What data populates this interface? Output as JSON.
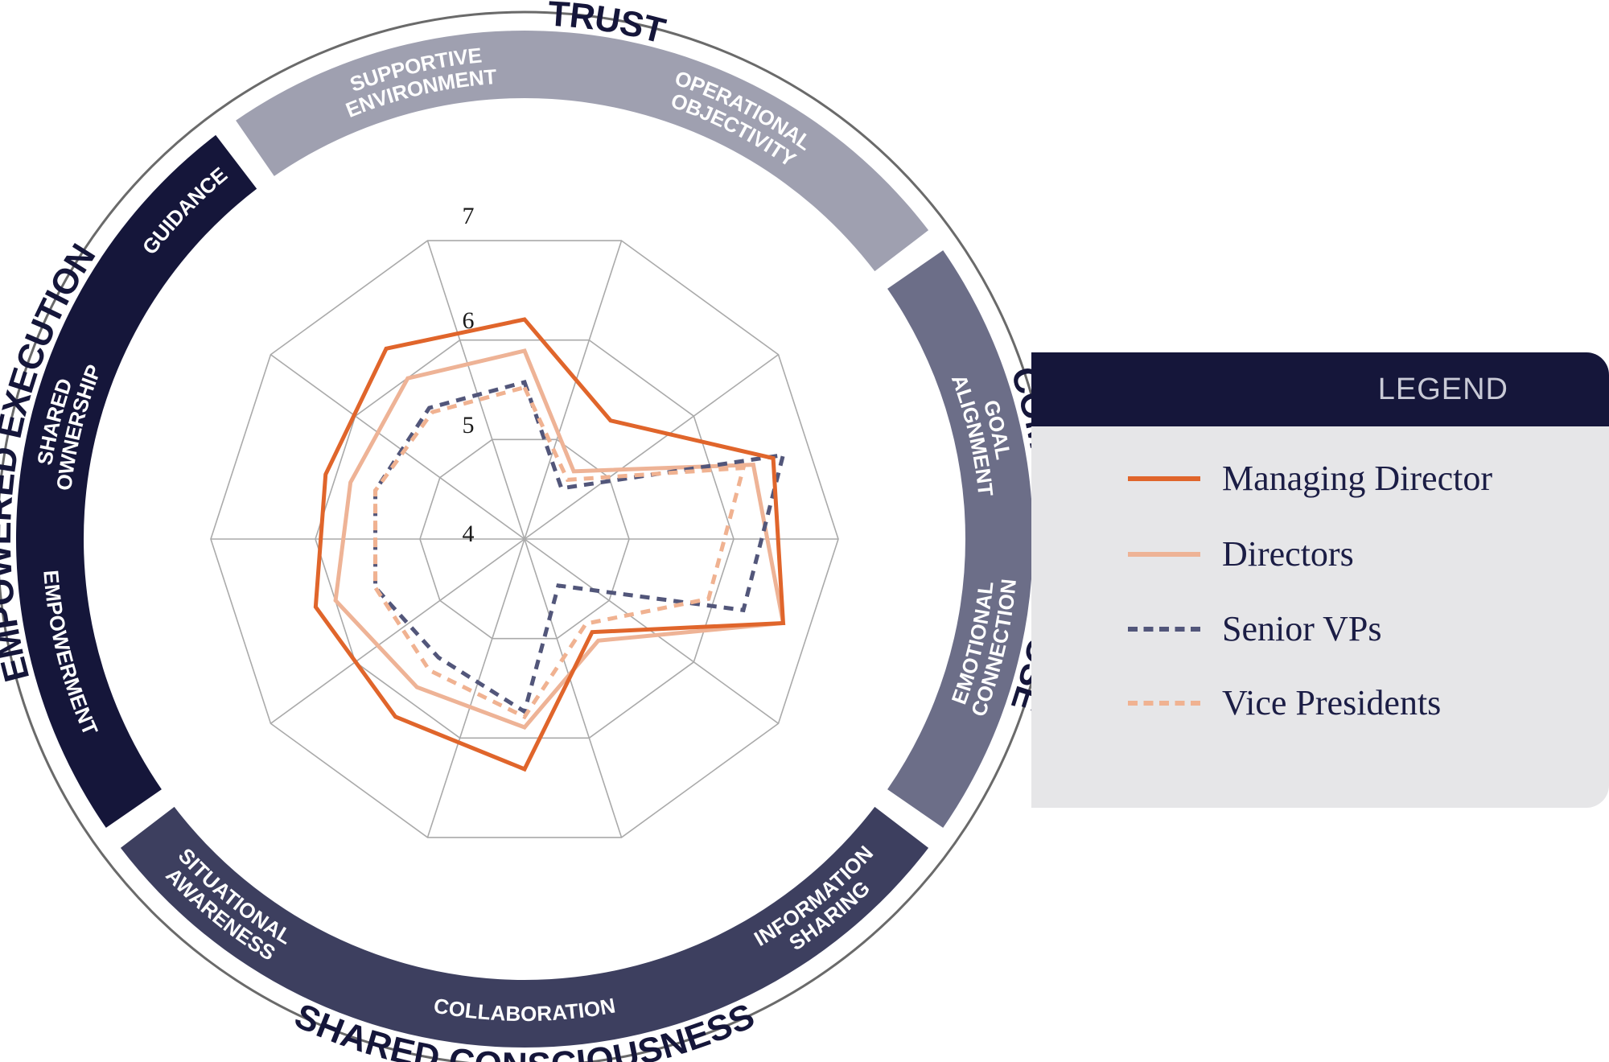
{
  "chart_data": {
    "type": "radar",
    "scale": {
      "min": 4,
      "max": 7,
      "ticks": [
        4,
        5,
        6,
        7
      ]
    },
    "axes": [
      "Supportive Environment",
      "Operational Objectivity",
      "Goal Alignment",
      "Emotional Connection",
      "Information Sharing",
      "Collaboration",
      "Situational Awareness",
      "Empowerment",
      "Shared Ownership",
      "Guidance"
    ],
    "series": [
      {
        "name": "Managing Director",
        "color": "#e0652b",
        "dash": "solid",
        "values": [
          6.1,
          5.4,
          6.5,
          6.6,
          5.1,
          6.2,
          6.1,
          6.1,
          6.0,
          6.25
        ]
      },
      {
        "name": "Directors",
        "color": "#eeb396",
        "dash": "solid",
        "values": [
          5.8,
          4.8,
          6.3,
          6.6,
          5.2,
          5.8,
          5.75,
          5.9,
          5.75,
          5.9
        ]
      },
      {
        "name": "Senior VPs",
        "color": "#52567a",
        "dash": "dashed",
        "values": [
          5.5,
          4.6,
          6.6,
          6.2,
          4.55,
          5.65,
          5.4,
          5.5,
          5.5,
          5.55
        ]
      },
      {
        "name": "Vice Presidents",
        "color": "#f0b291",
        "dash": "dashed",
        "values": [
          5.45,
          4.7,
          6.2,
          5.85,
          5.0,
          5.7,
          5.55,
          5.5,
          5.5,
          5.5
        ]
      }
    ]
  },
  "categories": [
    {
      "name": "TRUST",
      "dimensions": [
        {
          "lines": [
            "SUPPORTIVE",
            "ENVIRONMENT"
          ]
        },
        {
          "lines": [
            "OPERATIONAL",
            "OBJECTIVITY"
          ]
        }
      ]
    },
    {
      "name": "COMMON PURPOSE",
      "dimensions": [
        {
          "lines": [
            "GOAL",
            "ALIGNMENT"
          ]
        },
        {
          "lines": [
            "EMOTIONAL",
            "CONNECTION"
          ]
        }
      ]
    },
    {
      "name": "SHARED CONSCIOUSNESS",
      "dimensions": [
        {
          "lines": [
            "INFORMATION",
            "SHARING"
          ]
        },
        {
          "lines": [
            "COLLABORATION"
          ]
        },
        {
          "lines": [
            "SITUATIONAL",
            "AWARENESS"
          ]
        }
      ]
    },
    {
      "name": "EMPOWERED EXECUTION",
      "dimensions": [
        {
          "lines": [
            "EMPOWERMENT"
          ]
        },
        {
          "lines": [
            "SHARED",
            "OWNERSHIP"
          ]
        },
        {
          "lines": [
            "GUIDANCE"
          ]
        }
      ]
    }
  ],
  "colors": {
    "trust": "#9fa0b0",
    "common_purpose": "#6c6e88",
    "shared_consciousness": "#3d3f5f",
    "empowered_execution": "#15163a",
    "grid": "#aaaaaa",
    "outline": "#6a6a6a"
  },
  "legend": {
    "title": "LEGEND",
    "items": [
      {
        "label": "Managing Director",
        "color": "#e0652b",
        "dash": "solid"
      },
      {
        "label": "Directors",
        "color": "#eeb396",
        "dash": "solid"
      },
      {
        "label": "Senior VPs",
        "color": "#52567a",
        "dash": "dashed"
      },
      {
        "label": "Vice Presidents",
        "color": "#f0b291",
        "dash": "dashed"
      }
    ]
  }
}
